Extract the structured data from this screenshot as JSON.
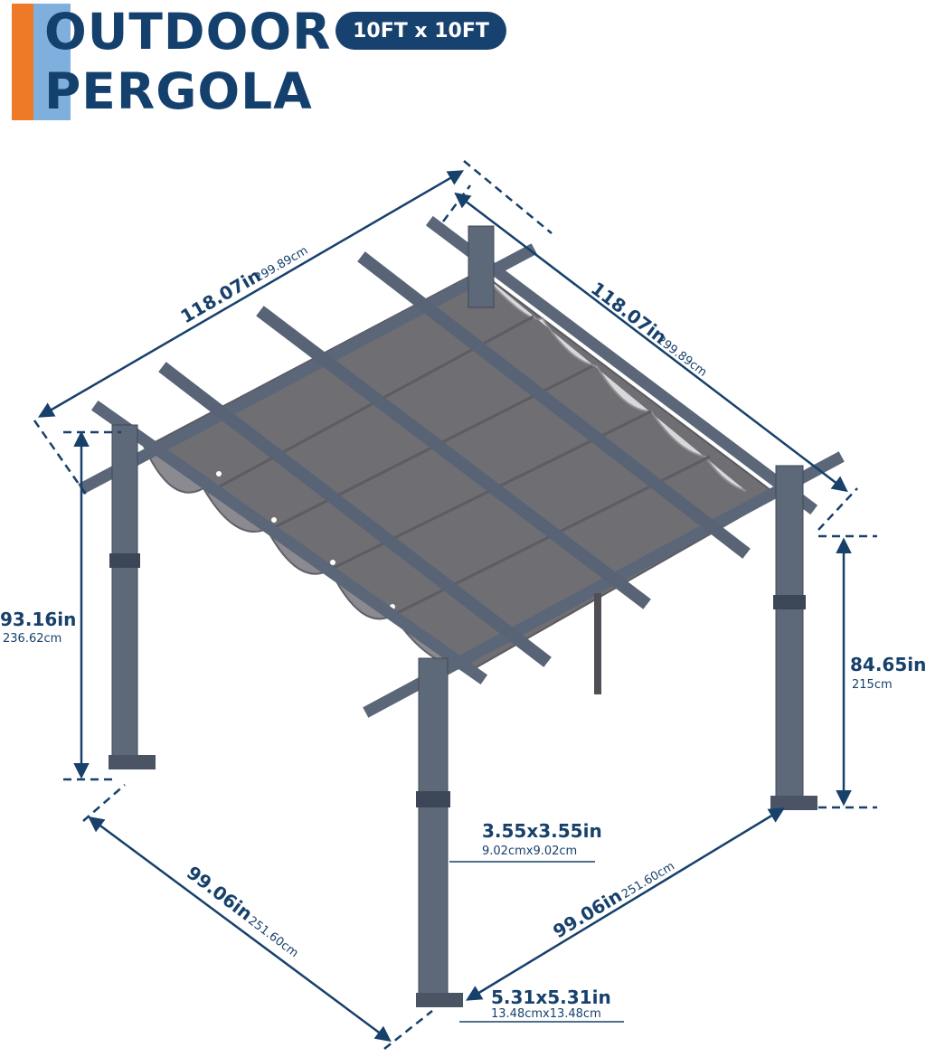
{
  "header": {
    "title_line_1": "OUTDOOR",
    "title_line_2": "PERGOLA",
    "size_badge": "10FT x 10FT"
  },
  "dimensions": {
    "top_left_length": {
      "inch": "118.07in",
      "cm": "299.89cm"
    },
    "top_right_length": {
      "inch": "118.07in",
      "cm": "299.89cm"
    },
    "left_height": {
      "inch": "93.16in",
      "cm": "236.62cm"
    },
    "right_height": {
      "inch": "84.65in",
      "cm": "215cm"
    },
    "post_size": {
      "inch": "3.55x3.55in",
      "cm": "9.02cmx9.02cm"
    },
    "base_size": {
      "inch": "5.31x5.31in",
      "cm": "13.48cmx13.48cm"
    },
    "bottom_left_length": {
      "inch": "99.06in",
      "cm": "251.60cm"
    },
    "bottom_right_length": {
      "inch": "99.06in",
      "cm": "251.60cm"
    }
  },
  "colors": {
    "title": "#14406e",
    "accent_orange": "#ee7a27",
    "accent_blue": "#7fb0dd",
    "badge": "#17416e",
    "dimension": "#17406b",
    "frame": "#5c6779",
    "canopy": "#6f6f74"
  }
}
